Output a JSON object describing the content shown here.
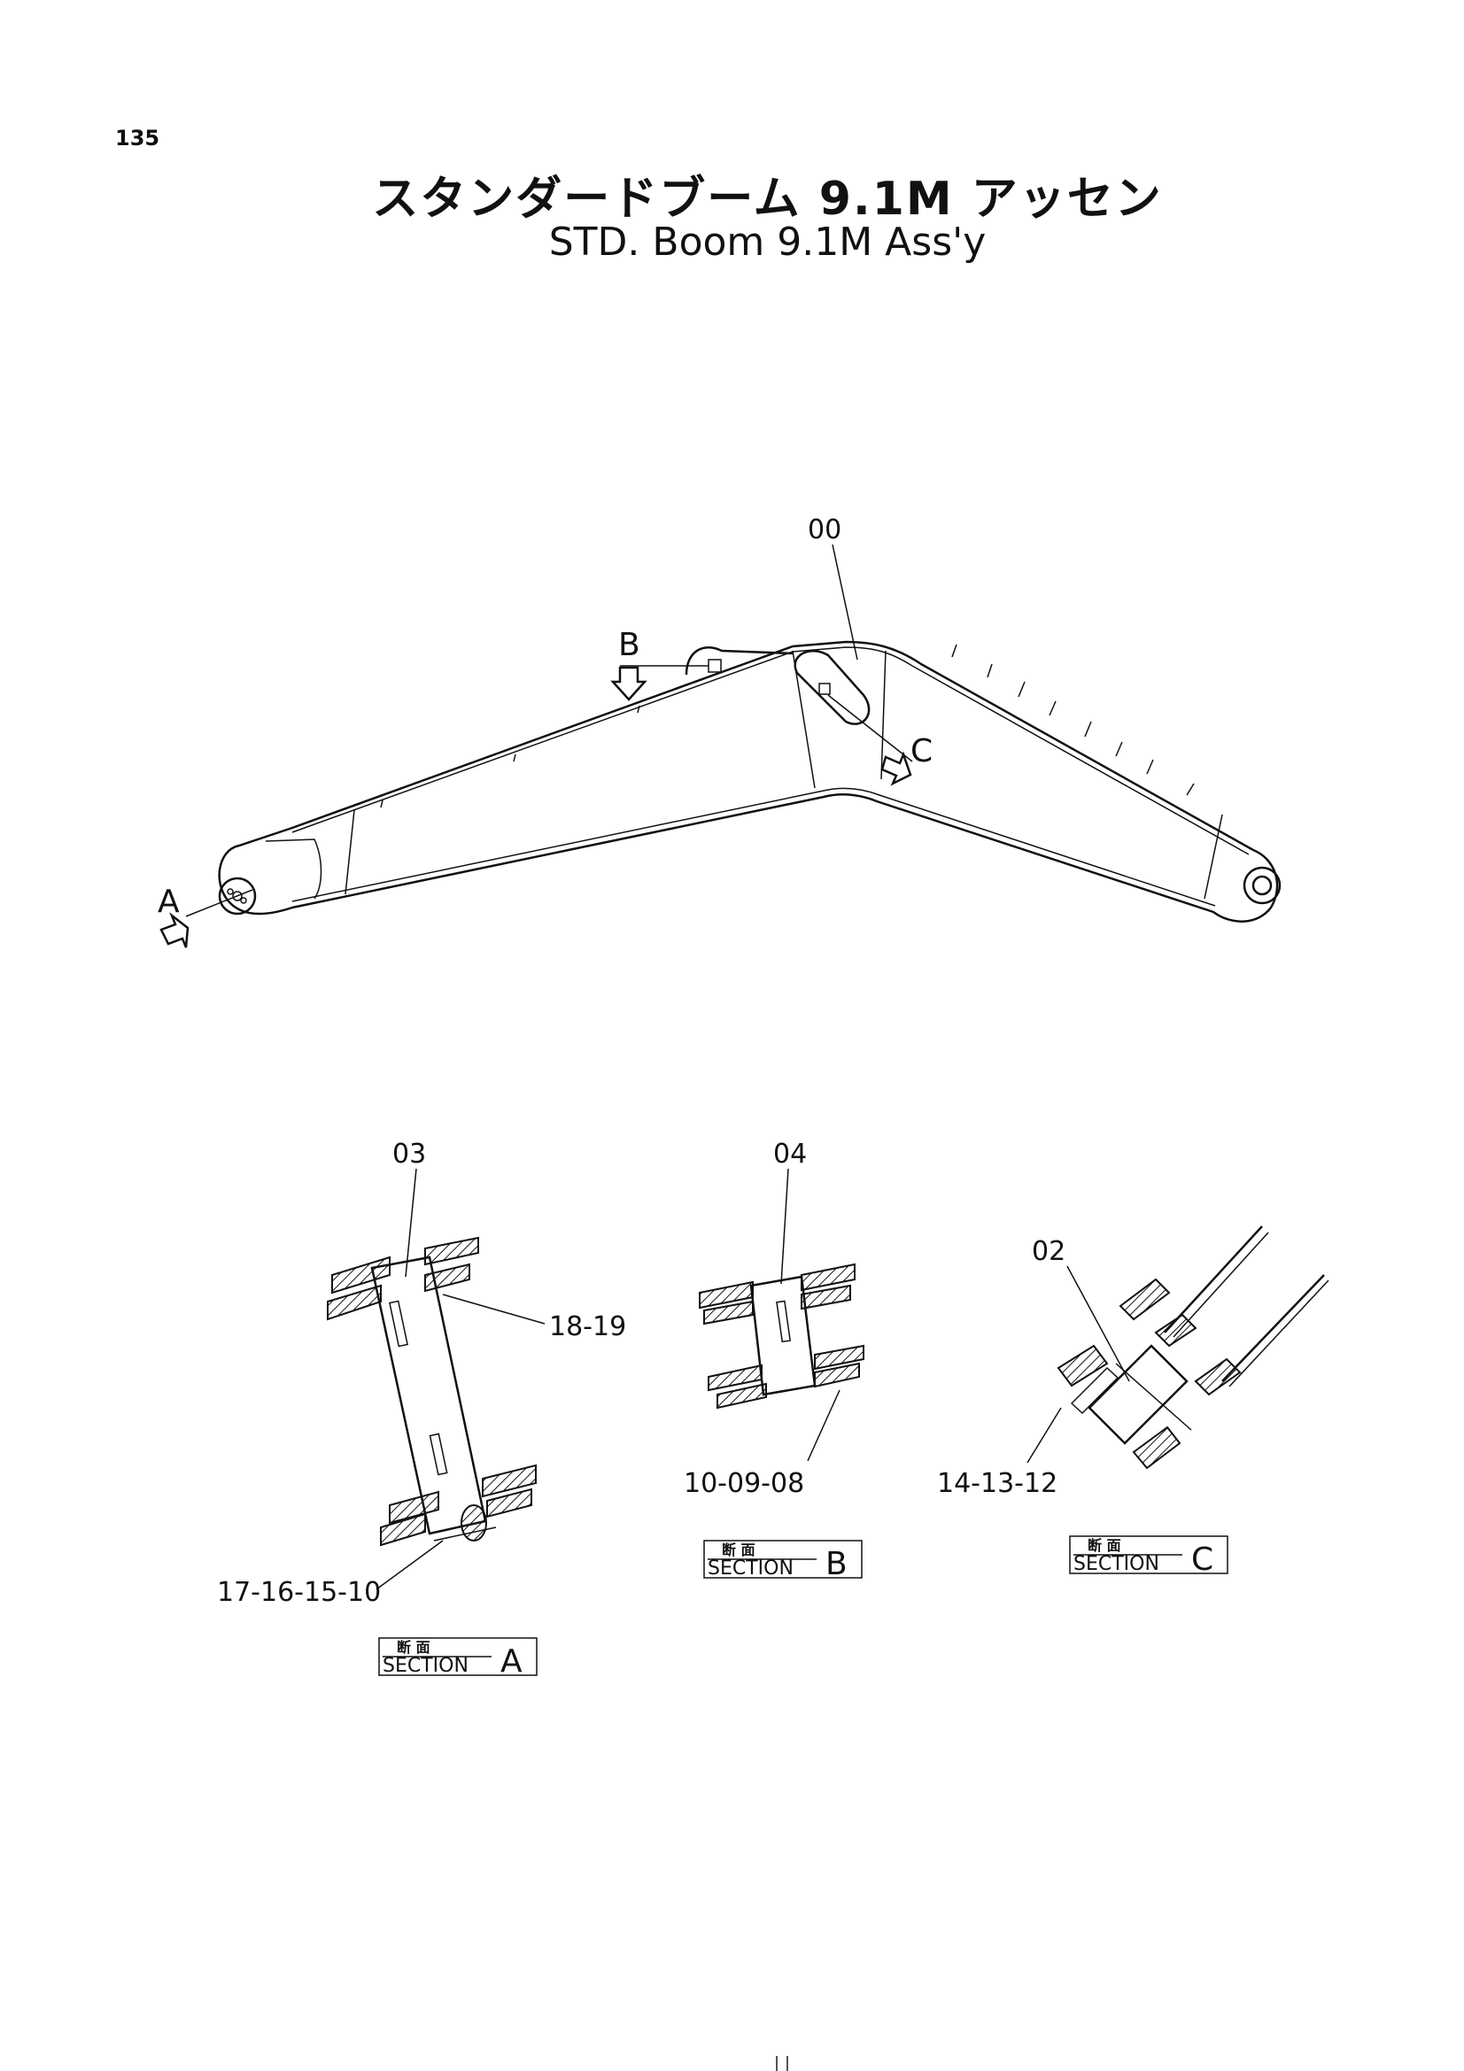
{
  "page_number": "135",
  "title_jp": "スタンダードブーム 9.1M アッセン",
  "title_en": "STD. Boom 9.1M Ass'y",
  "main_view": {
    "part_label": "00",
    "section_markers": [
      "A",
      "B",
      "C"
    ]
  },
  "sections": [
    {
      "id": "A",
      "label_jp": "断 面",
      "label_en": "SECTION",
      "letter": "A",
      "callouts": [
        "03",
        "18-19",
        "17-16-15-10"
      ]
    },
    {
      "id": "B",
      "label_jp": "断 面",
      "label_en": "SECTION",
      "letter": "B",
      "callouts": [
        "04",
        "10-09-08"
      ]
    },
    {
      "id": "C",
      "label_jp": "断 面",
      "label_en": "SECTION",
      "letter": "C",
      "callouts": [
        "02",
        "14-13-12"
      ]
    }
  ]
}
